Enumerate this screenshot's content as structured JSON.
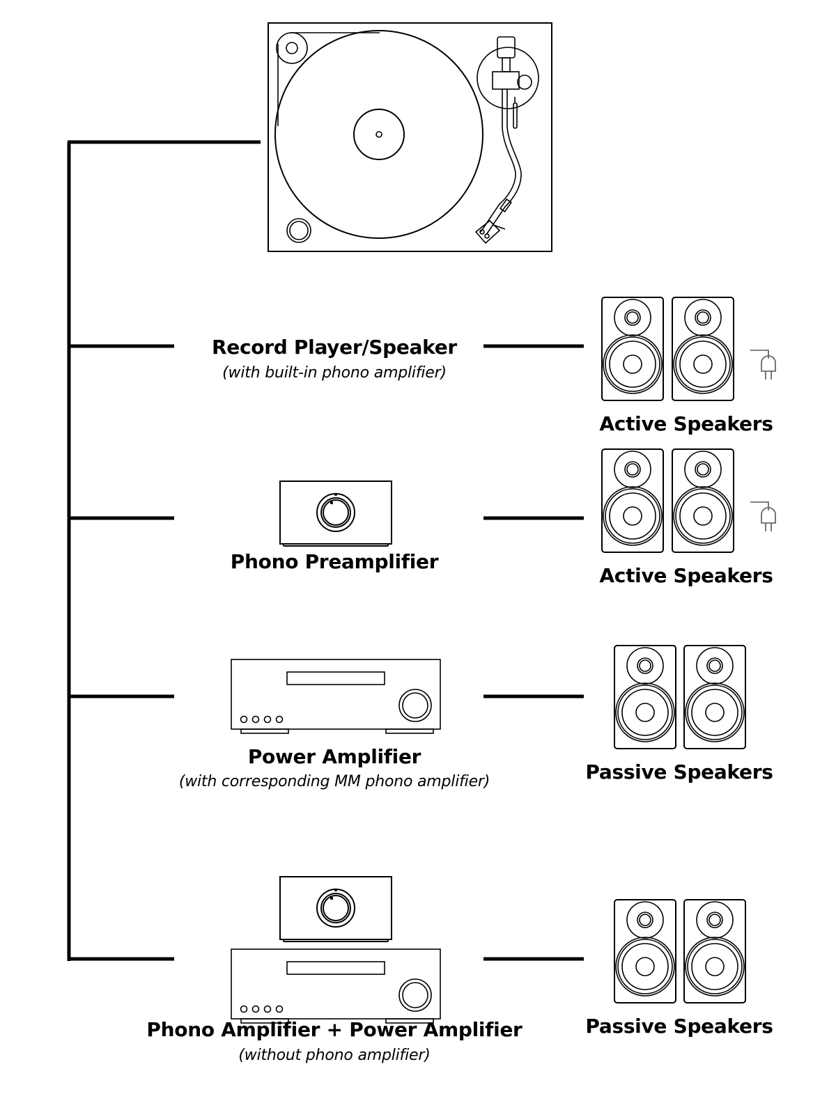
{
  "diagram": {
    "source": {
      "name": "Turntable",
      "icon": "turntable-icon"
    },
    "colors": {
      "line": "#000000",
      "background": "#ffffff",
      "plug": "#555555"
    },
    "options": [
      {
        "id": "record-player-speaker",
        "amplifier_icon": "none",
        "title": "Record Player/Speaker",
        "subtitle": "(with built-in phono amplifier)",
        "speakers": {
          "label": "Active Speakers",
          "icon": "speaker-pair-icon",
          "powered": true,
          "power_icon": "power-plug-icon"
        }
      },
      {
        "id": "phono-preamplifier",
        "amplifier_icon": "phono-preamp-icon",
        "title": "Phono Preamplifier",
        "subtitle": "",
        "speakers": {
          "label": "Active Speakers",
          "icon": "speaker-pair-icon",
          "powered": true,
          "power_icon": "power-plug-icon"
        }
      },
      {
        "id": "power-amplifier",
        "amplifier_icon": "power-amplifier-icon",
        "title": "Power Amplifier",
        "subtitle": "(with corresponding MM phono amplifier)",
        "speakers": {
          "label": "Passive Speakers",
          "icon": "speaker-pair-icon",
          "powered": false
        }
      },
      {
        "id": "phono-plus-power-amplifier",
        "amplifier_icon": "phono-preamp-and-power-amplifier-icon",
        "title": "Phono Amplifier + Power Amplifier",
        "subtitle": "(without phono amplifier)",
        "speakers": {
          "label": "Passive Speakers",
          "icon": "speaker-pair-icon",
          "powered": false
        }
      }
    ]
  }
}
